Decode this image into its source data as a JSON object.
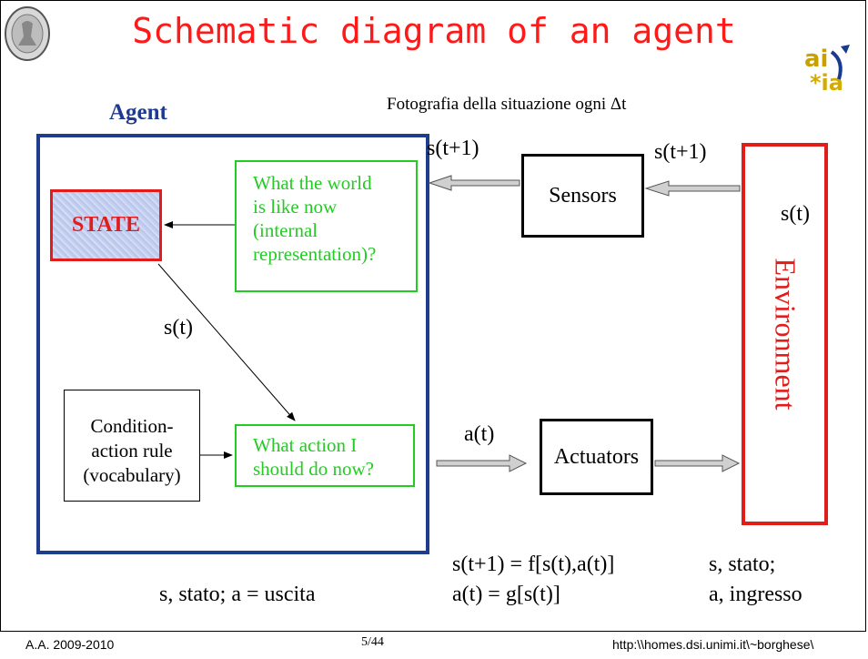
{
  "title": "Schematic diagram of an agent",
  "subtitle": "Fotografia della situazione ogni Δt",
  "agent_label": "Agent",
  "state_label": "STATE",
  "world_box_lines": [
    "What the world",
    "is like now",
    "(internal",
    "representation)?"
  ],
  "action_box_lines": [
    "What action I",
    "should do now?"
  ],
  "condition_box_lines": [
    "Condition-",
    "action rule",
    "(vocabulary)"
  ],
  "sensors_label": "Sensors",
  "actuators_label": "Actuators",
  "environment_label": "Environment",
  "signal_labels": {
    "sensors_to_agent": "s(t+1)",
    "env_to_sensors": "s(t+1)",
    "env_state": "s(t)",
    "state_to_action": "s(t)",
    "action_out": "a(t)"
  },
  "equations": [
    "s(t+1) = f[s(t),a(t)]",
    "a(t) = g[s(t)]"
  ],
  "legend_left": "s, stato; a = uscita",
  "legend_right": [
    "s, stato;",
    "a, ingresso"
  ],
  "footer": {
    "left": "A.A. 2009-2010",
    "center": "5/44",
    "right": "http:\\\\homes.dsi.unimi.it\\~borghese\\"
  },
  "colors": {
    "title": "#ff1a1a",
    "agent_border": "#1f3d8f",
    "state_border": "#e21b1b",
    "green": "#22cc22",
    "environment": "#e21b1b"
  }
}
